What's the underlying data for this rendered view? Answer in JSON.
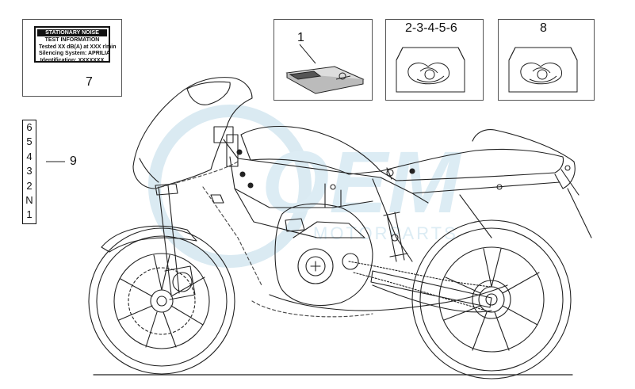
{
  "noise_label": {
    "lines": [
      "STATIONARY NOISE",
      "TEST INFORMATION",
      "Tested XX dB(A) at XXX r/min",
      "Silencing System: APRILIA",
      "Identification: XXXXXXX"
    ]
  },
  "callouts": {
    "noise_label_ref": "7",
    "manual_ref": "1",
    "stickers_a_ref": "2-3-4-5-6",
    "stickers_b_ref": "8",
    "gear_indicator_ref": "9"
  },
  "gear_indicator": {
    "positions": [
      "6",
      "5",
      "4",
      "3",
      "2",
      "N",
      "1"
    ]
  },
  "watermark": {
    "text": "OEM",
    "subtext": "MOTORPARTS",
    "color": "#cfe3ee"
  },
  "colors": {
    "line": "#222222",
    "box_border": "#555555",
    "dashed": "#444444"
  }
}
